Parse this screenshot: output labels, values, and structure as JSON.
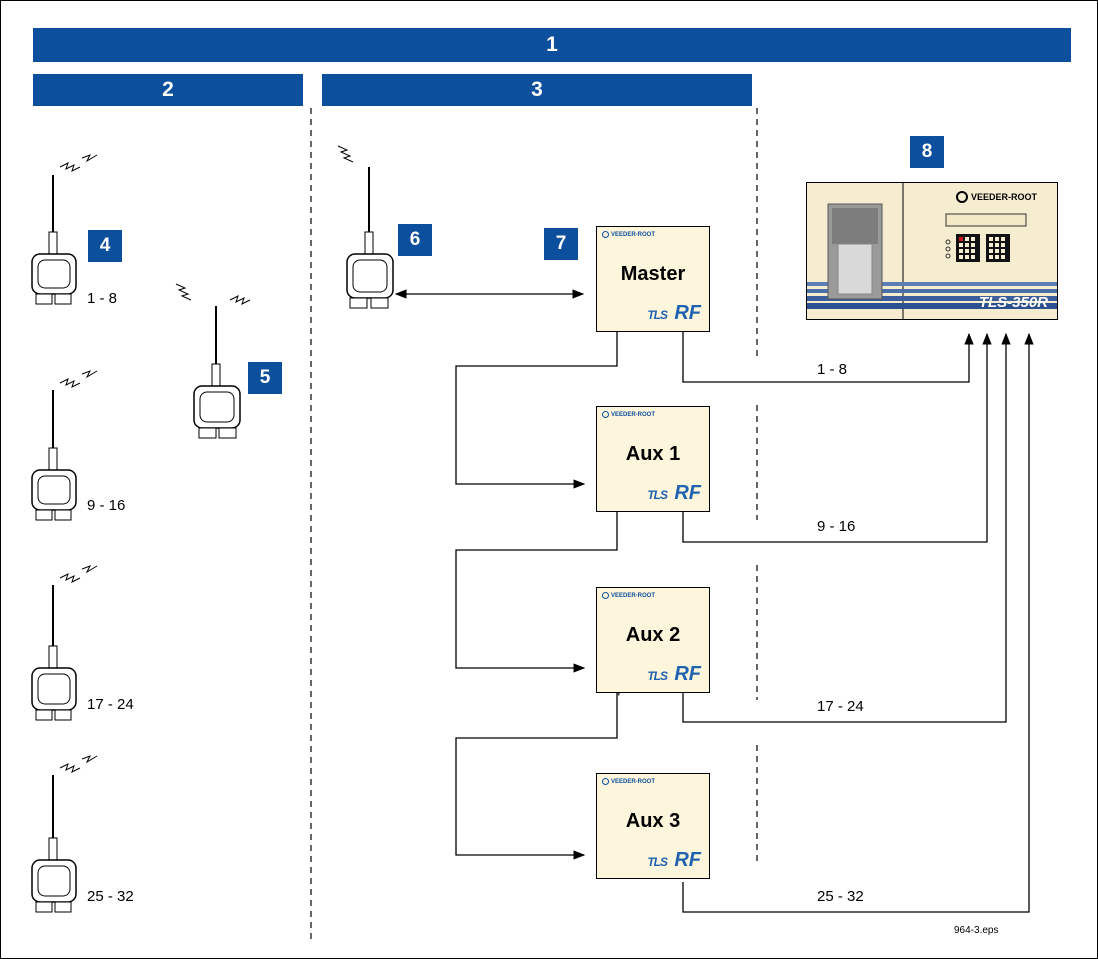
{
  "headers": {
    "band1": "1",
    "band2": "2",
    "band3": "3"
  },
  "callouts": {
    "n4": "4",
    "n5": "5",
    "n6": "6",
    "n7": "7",
    "n8": "8"
  },
  "sensor_ranges": [
    "1 - 8",
    "9 - 16",
    "17 - 24",
    "25 - 32"
  ],
  "receivers": [
    {
      "title": "Master",
      "logo": "VEEDER-ROOT",
      "brand_tls": "TLS",
      "brand_rf": "RF"
    },
    {
      "title": "Aux 1",
      "logo": "VEEDER-ROOT",
      "brand_tls": "TLS",
      "brand_rf": "RF"
    },
    {
      "title": "Aux 2",
      "logo": "VEEDER-ROOT",
      "brand_tls": "TLS",
      "brand_rf": "RF"
    },
    {
      "title": "Aux 3",
      "logo": "VEEDER-ROOT",
      "brand_tls": "TLS",
      "brand_rf": "RF"
    }
  ],
  "link_ranges": [
    "1 - 8",
    "9 - 16",
    "17 - 24",
    "25 - 32"
  ],
  "console": {
    "brand": "VEEDER-ROOT",
    "model": "TLS-350R"
  },
  "file_label": "964-3.eps",
  "colors": {
    "band_blue": "#0c4f9c",
    "receiver_fill": "#fdf6dc",
    "console_fill": "#f6edd0"
  }
}
